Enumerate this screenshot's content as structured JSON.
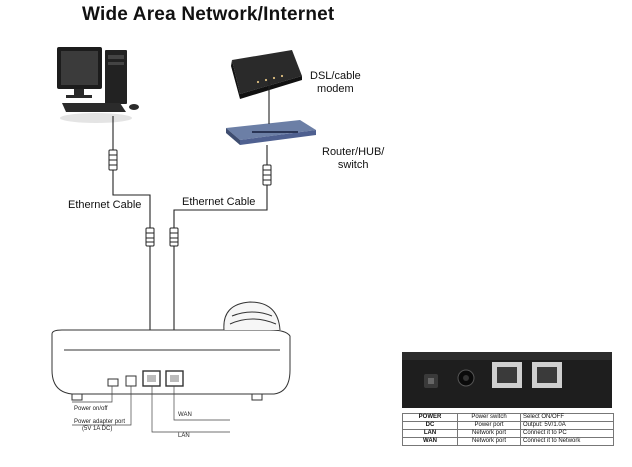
{
  "title": "Wide Area Network/Internet",
  "devices": {
    "modem_label": [
      "DSL/cable",
      "modem"
    ],
    "router_label": [
      "Router/HUB/",
      "switch"
    ]
  },
  "cables": {
    "left_label": "Ethernet Cable",
    "right_label": "Ethernet Cable"
  },
  "phone_callouts": {
    "power_switch": "Power on/off",
    "power_adapter": [
      "Power adapter port",
      "(5V 1A DC)"
    ],
    "wan": "WAN",
    "lan": "LAN"
  },
  "port_table": {
    "rows": [
      {
        "name": "POWER",
        "desc": "Power switch",
        "note": "Select ON/OFF"
      },
      {
        "name": "DC",
        "desc": "Power port",
        "note": "Output: 5V/1.0A"
      },
      {
        "name": "LAN",
        "desc": "Network port",
        "note": "Connect it to PC"
      },
      {
        "name": "WAN",
        "desc": "Network port",
        "note": "Connect it to Network"
      }
    ]
  }
}
